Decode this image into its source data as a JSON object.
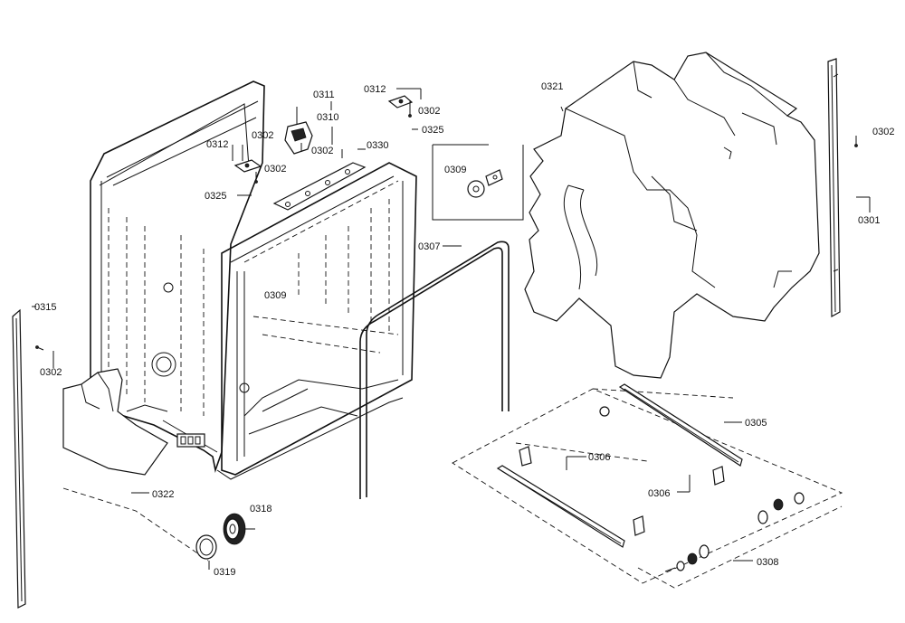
{
  "labels": {
    "p0311": "0311",
    "p0310": "0310",
    "p0312a": "0312",
    "p0302a": "0302",
    "p0302b": "0302",
    "p0302c": "0302",
    "p0330": "0330",
    "p0325a": "0325",
    "p0312b": "0312",
    "p0302d": "0302",
    "p0325b": "0325",
    "p0321": "0321",
    "p0302e": "0302",
    "p0301": "0301",
    "p0309a": "0309",
    "p0307": "0307",
    "p0309b": "0309",
    "p0315": "0315",
    "p0302f": "0302",
    "p0322": "0322",
    "p0318": "0318",
    "p0319": "0319",
    "p0305": "0305",
    "p0306a": "0306",
    "p0306b": "0306",
    "p0308": "0308"
  }
}
